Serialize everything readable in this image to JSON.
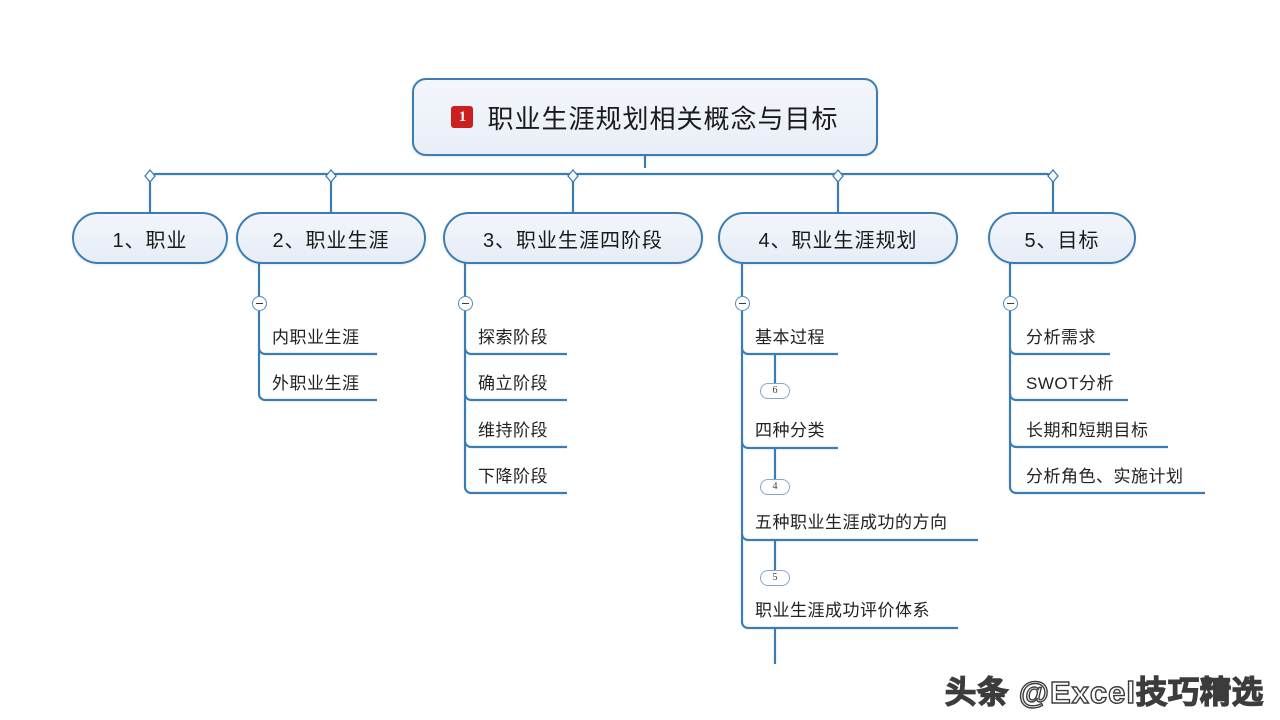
{
  "theme": {
    "background": "#ffffff",
    "node_fill": "#eef2f9",
    "node_border": "#3b7cb5",
    "wire": "#3b7cb5",
    "leaf_underline": "#3b7cb5",
    "badge_red": "#cc1f1f",
    "text": "#222222"
  },
  "root": {
    "badge": "1",
    "title": "职业生涯规划相关概念与目标"
  },
  "branches": [
    {
      "id": "branch-1",
      "label": "1、职业",
      "collapse_icon": "minus-circle-icon",
      "children": []
    },
    {
      "id": "branch-2",
      "label": "2、职业生涯",
      "collapse_icon": "minus-circle-icon",
      "children": [
        {
          "label": "内职业生涯"
        },
        {
          "label": "外职业生涯"
        }
      ]
    },
    {
      "id": "branch-3",
      "label": "3、职业生涯四阶段",
      "collapse_icon": "minus-circle-icon",
      "children": [
        {
          "label": "探索阶段"
        },
        {
          "label": "确立阶段"
        },
        {
          "label": "维持阶段"
        },
        {
          "label": "下降阶段"
        }
      ]
    },
    {
      "id": "branch-4",
      "label": "4、职业生涯规划",
      "collapse_icon": "minus-circle-icon",
      "children": [
        {
          "label": "基本过程",
          "count": "6"
        },
        {
          "label": "四种分类",
          "count": "4"
        },
        {
          "label": "五种职业生涯成功的方向",
          "count": "5"
        },
        {
          "label": "职业生涯成功评价体系"
        }
      ]
    },
    {
      "id": "branch-5",
      "label": "5、目标",
      "collapse_icon": "minus-circle-icon",
      "children": [
        {
          "label": "分析需求"
        },
        {
          "label": "SWOT分析"
        },
        {
          "label": "长期和短期目标"
        },
        {
          "label": "分析角色、实施计划"
        }
      ]
    }
  ],
  "watermark": "头条 @Excel技巧精选"
}
